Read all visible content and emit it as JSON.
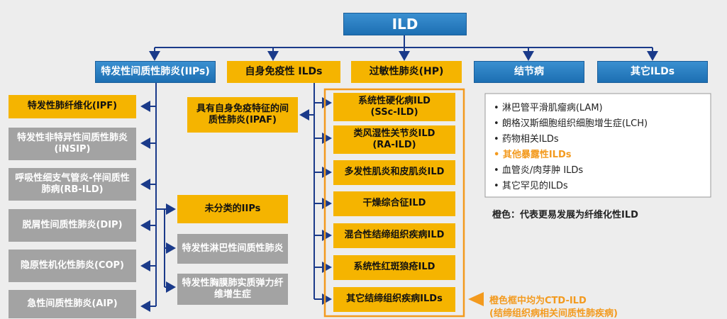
{
  "root": "ILD",
  "categories": {
    "iip": "特发性间质性肺炎(IIPs)",
    "autoimmune": "自身免疫性 ILDs",
    "hp": "过敏性肺炎(HP)",
    "sarcoid": "结节病",
    "other": "其它ILDs"
  },
  "iip_items": [
    "特发性肺纤维化(IPF)",
    "特发性非特异性间质性肺炎(iNSIP)",
    "呼吸性细支气管炎-伴间质性肺病(RB-ILD)",
    "脱屑性间质性肺炎(DIP)",
    "隐原性机化性肺炎(COP)",
    "急性间质性肺炎(AIP)"
  ],
  "iip_sub": [
    "未分类的IIPs",
    "特发性淋巴性间质性肺炎",
    "特发性胸膜肺实质弹力纤维增生症"
  ],
  "ipaf": "具有自身免疫特征的间质性肺炎(IPAF)",
  "ctd_items": [
    "系统性硬化病ILD (SSc-ILD)",
    "类风湿性关节炎ILD (RA-ILD)",
    "多发性肌炎和皮肌炎ILD",
    "干燥综合征ILD",
    "混合性结缔组织疾病ILD",
    "系统性红斑狼疮ILD",
    "其它结缔组织疾病ILDs"
  ],
  "other_list": [
    "淋巴管平滑肌瘤病(LAM)",
    "朗格汉斯细胞组织细胞增生症(LCH)",
    "药物相关ILDs",
    "其他暴露性ILDs",
    "血管炎/肉芽肿 ILDs",
    "其它罕见的ILDs"
  ],
  "legend_text": "橙色：代表更易发展为纤维化性ILD",
  "ctd_note_1": "橙色框中均为CTD-ILD",
  "ctd_note_2": "(结缔组织病相关间质性肺疾病)",
  "colors": {
    "blue": "#1d6fb3",
    "yellow": "#f5b400",
    "gray": "#a3a3a3",
    "orange": "#f39a1e",
    "line": "#1a3a8a"
  }
}
